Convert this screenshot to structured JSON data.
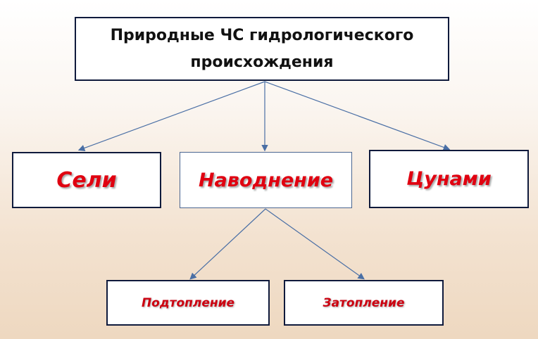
{
  "root": {
    "line1": "Природные ЧС гидрологического",
    "line2": "происхождения"
  },
  "level2": [
    "Сели",
    "Наводнение",
    "Цунами"
  ],
  "level3": [
    "Подтопление",
    "Затопление"
  ],
  "colors": {
    "text_accent": "#e00010",
    "connector": "#4a6fa5",
    "border": "#0f1a3c"
  }
}
